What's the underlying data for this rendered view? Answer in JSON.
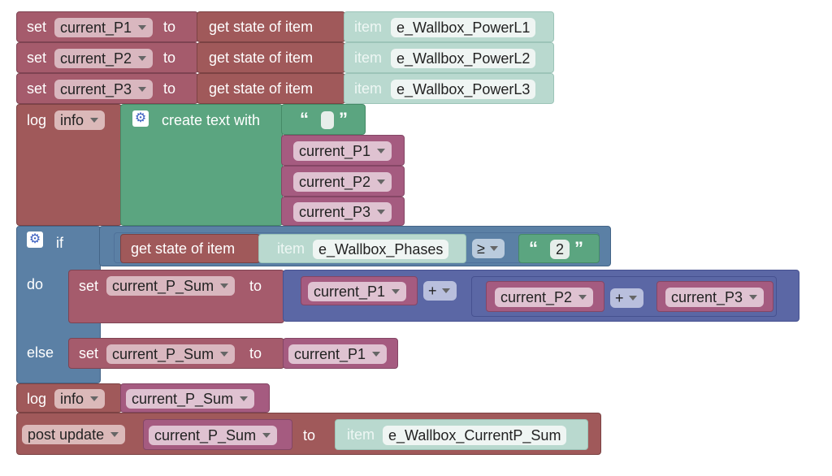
{
  "kw": {
    "set": "set",
    "to": "to",
    "log": "log",
    "get_state": "get state of item",
    "item": "item",
    "create_text": "create text with",
    "if": "if",
    "do": "do",
    "else": "else",
    "post_update": "post update"
  },
  "rows": [
    {
      "var": "current_P1",
      "item": "e_Wallbox_PowerL1"
    },
    {
      "var": "current_P2",
      "item": "e_Wallbox_PowerL2"
    },
    {
      "var": "current_P3",
      "item": "e_Wallbox_PowerL3"
    }
  ],
  "log1": {
    "level": "info",
    "items": [
      "current_P1",
      "current_P2",
      "current_P3"
    ],
    "text": ""
  },
  "if_block": {
    "item": "e_Wallbox_Phases",
    "operator": "≥",
    "value": "2",
    "do_var": "current_P_Sum",
    "do_terms": [
      "current_P1",
      "current_P2",
      "current_P3"
    ],
    "do_ops": [
      "+",
      "+"
    ],
    "else_var": "current_P_Sum",
    "else_value": "current_P1"
  },
  "log2": {
    "level": "info",
    "var": "current_P_Sum"
  },
  "post": {
    "var": "current_P_Sum",
    "item": "e_Wallbox_CurrentP_Sum"
  }
}
